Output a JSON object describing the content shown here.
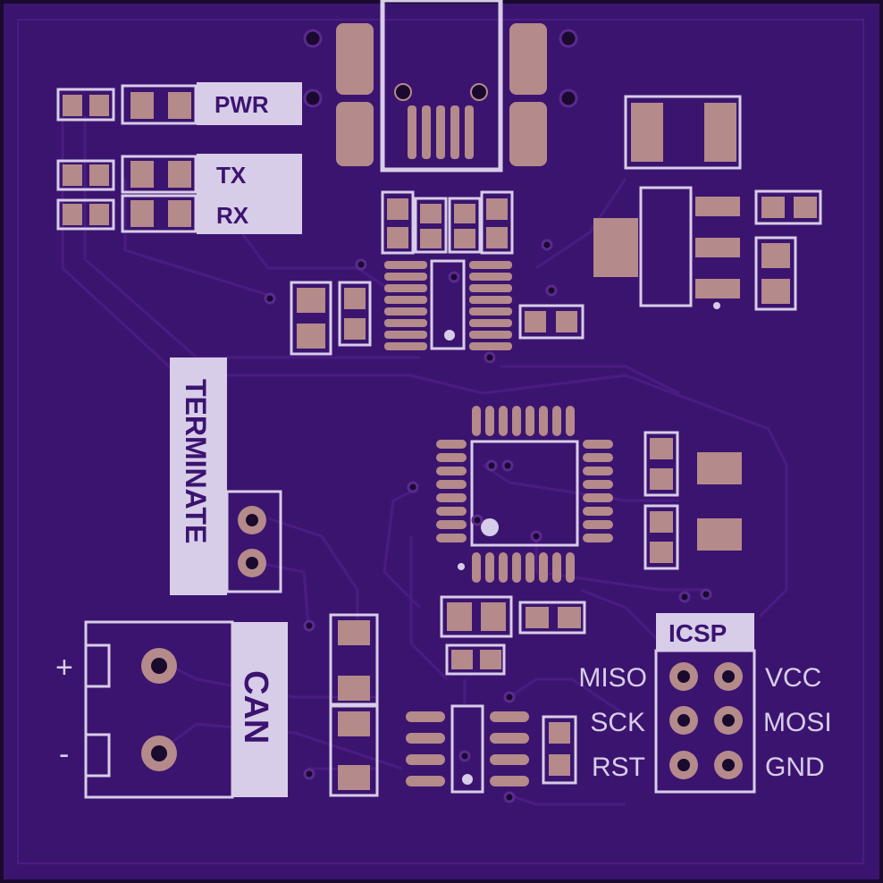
{
  "colors": {
    "board": "#3b1470",
    "edge": "#1a0a2e",
    "copper": "#b48a8a",
    "silk": "#d8cde8",
    "trace": "#4a1c82",
    "drill": "#1a0a2e"
  },
  "labels": {
    "pwr": "PWR",
    "tx": "TX",
    "rx": "RX",
    "terminate": "TERMINATE",
    "can": "CAN",
    "icsp": "ICSP",
    "plus": "+",
    "minus": "-"
  },
  "icsp_pins": {
    "left": [
      "MISO",
      "SCK",
      "RST"
    ],
    "right": [
      "VCC",
      "MOSI",
      "GND"
    ]
  }
}
